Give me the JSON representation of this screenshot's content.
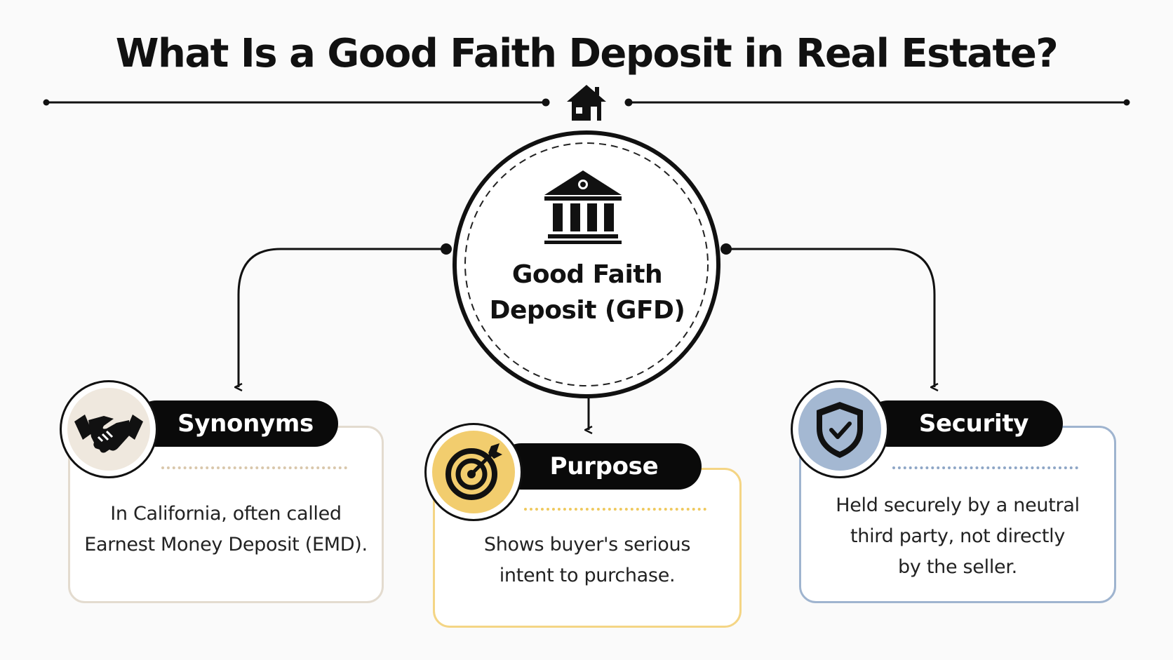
{
  "title": "What Is a Good Faith Deposit in Real Estate?",
  "center": {
    "line1": "Good Faith",
    "line2": "Deposit (GFD)",
    "icon": "bank-icon"
  },
  "header_icon": "house-icon",
  "cards": [
    {
      "label": "Synonyms",
      "icon": "handshake-icon",
      "text_lines": [
        "In California, often called",
        "Earnest Money Deposit (EMD)."
      ],
      "accent": "#e3dbcf",
      "icon_bg": "#efe8de",
      "dots": "#d9c7ab"
    },
    {
      "label": "Purpose",
      "icon": "target-icon",
      "text_lines": [
        "Shows buyer's serious",
        "intent to purchase."
      ],
      "accent": "#f4d585",
      "icon_bg": "#f2cd6e",
      "dots": "#efc95e"
    },
    {
      "label": "Security",
      "icon": "shield-check-icon",
      "text_lines": [
        "Held securely by a neutral",
        "third party, not directly",
        "by the seller."
      ],
      "accent": "#9fb4cf",
      "icon_bg": "#a4b8d2",
      "dots": "#8ea6c6"
    }
  ]
}
